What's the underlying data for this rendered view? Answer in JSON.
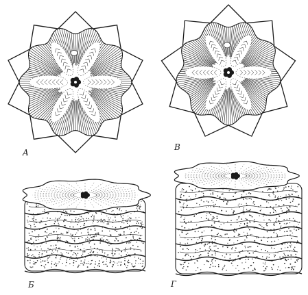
{
  "figure": {
    "panels": [
      {
        "label": "A",
        "view": "top",
        "fossil": "star-coral-colony"
      },
      {
        "label": "B",
        "view": "top",
        "fossil": "star-coral-colony"
      },
      {
        "label": "Б",
        "view": "side",
        "fossil": "layered-coral-colony"
      },
      {
        "label": "Г",
        "view": "side",
        "fossil": "layered-coral-colony"
      }
    ],
    "colors": {
      "ink": "#1a1a1a",
      "paper": "#ffffff",
      "stipple": "#333333"
    }
  }
}
